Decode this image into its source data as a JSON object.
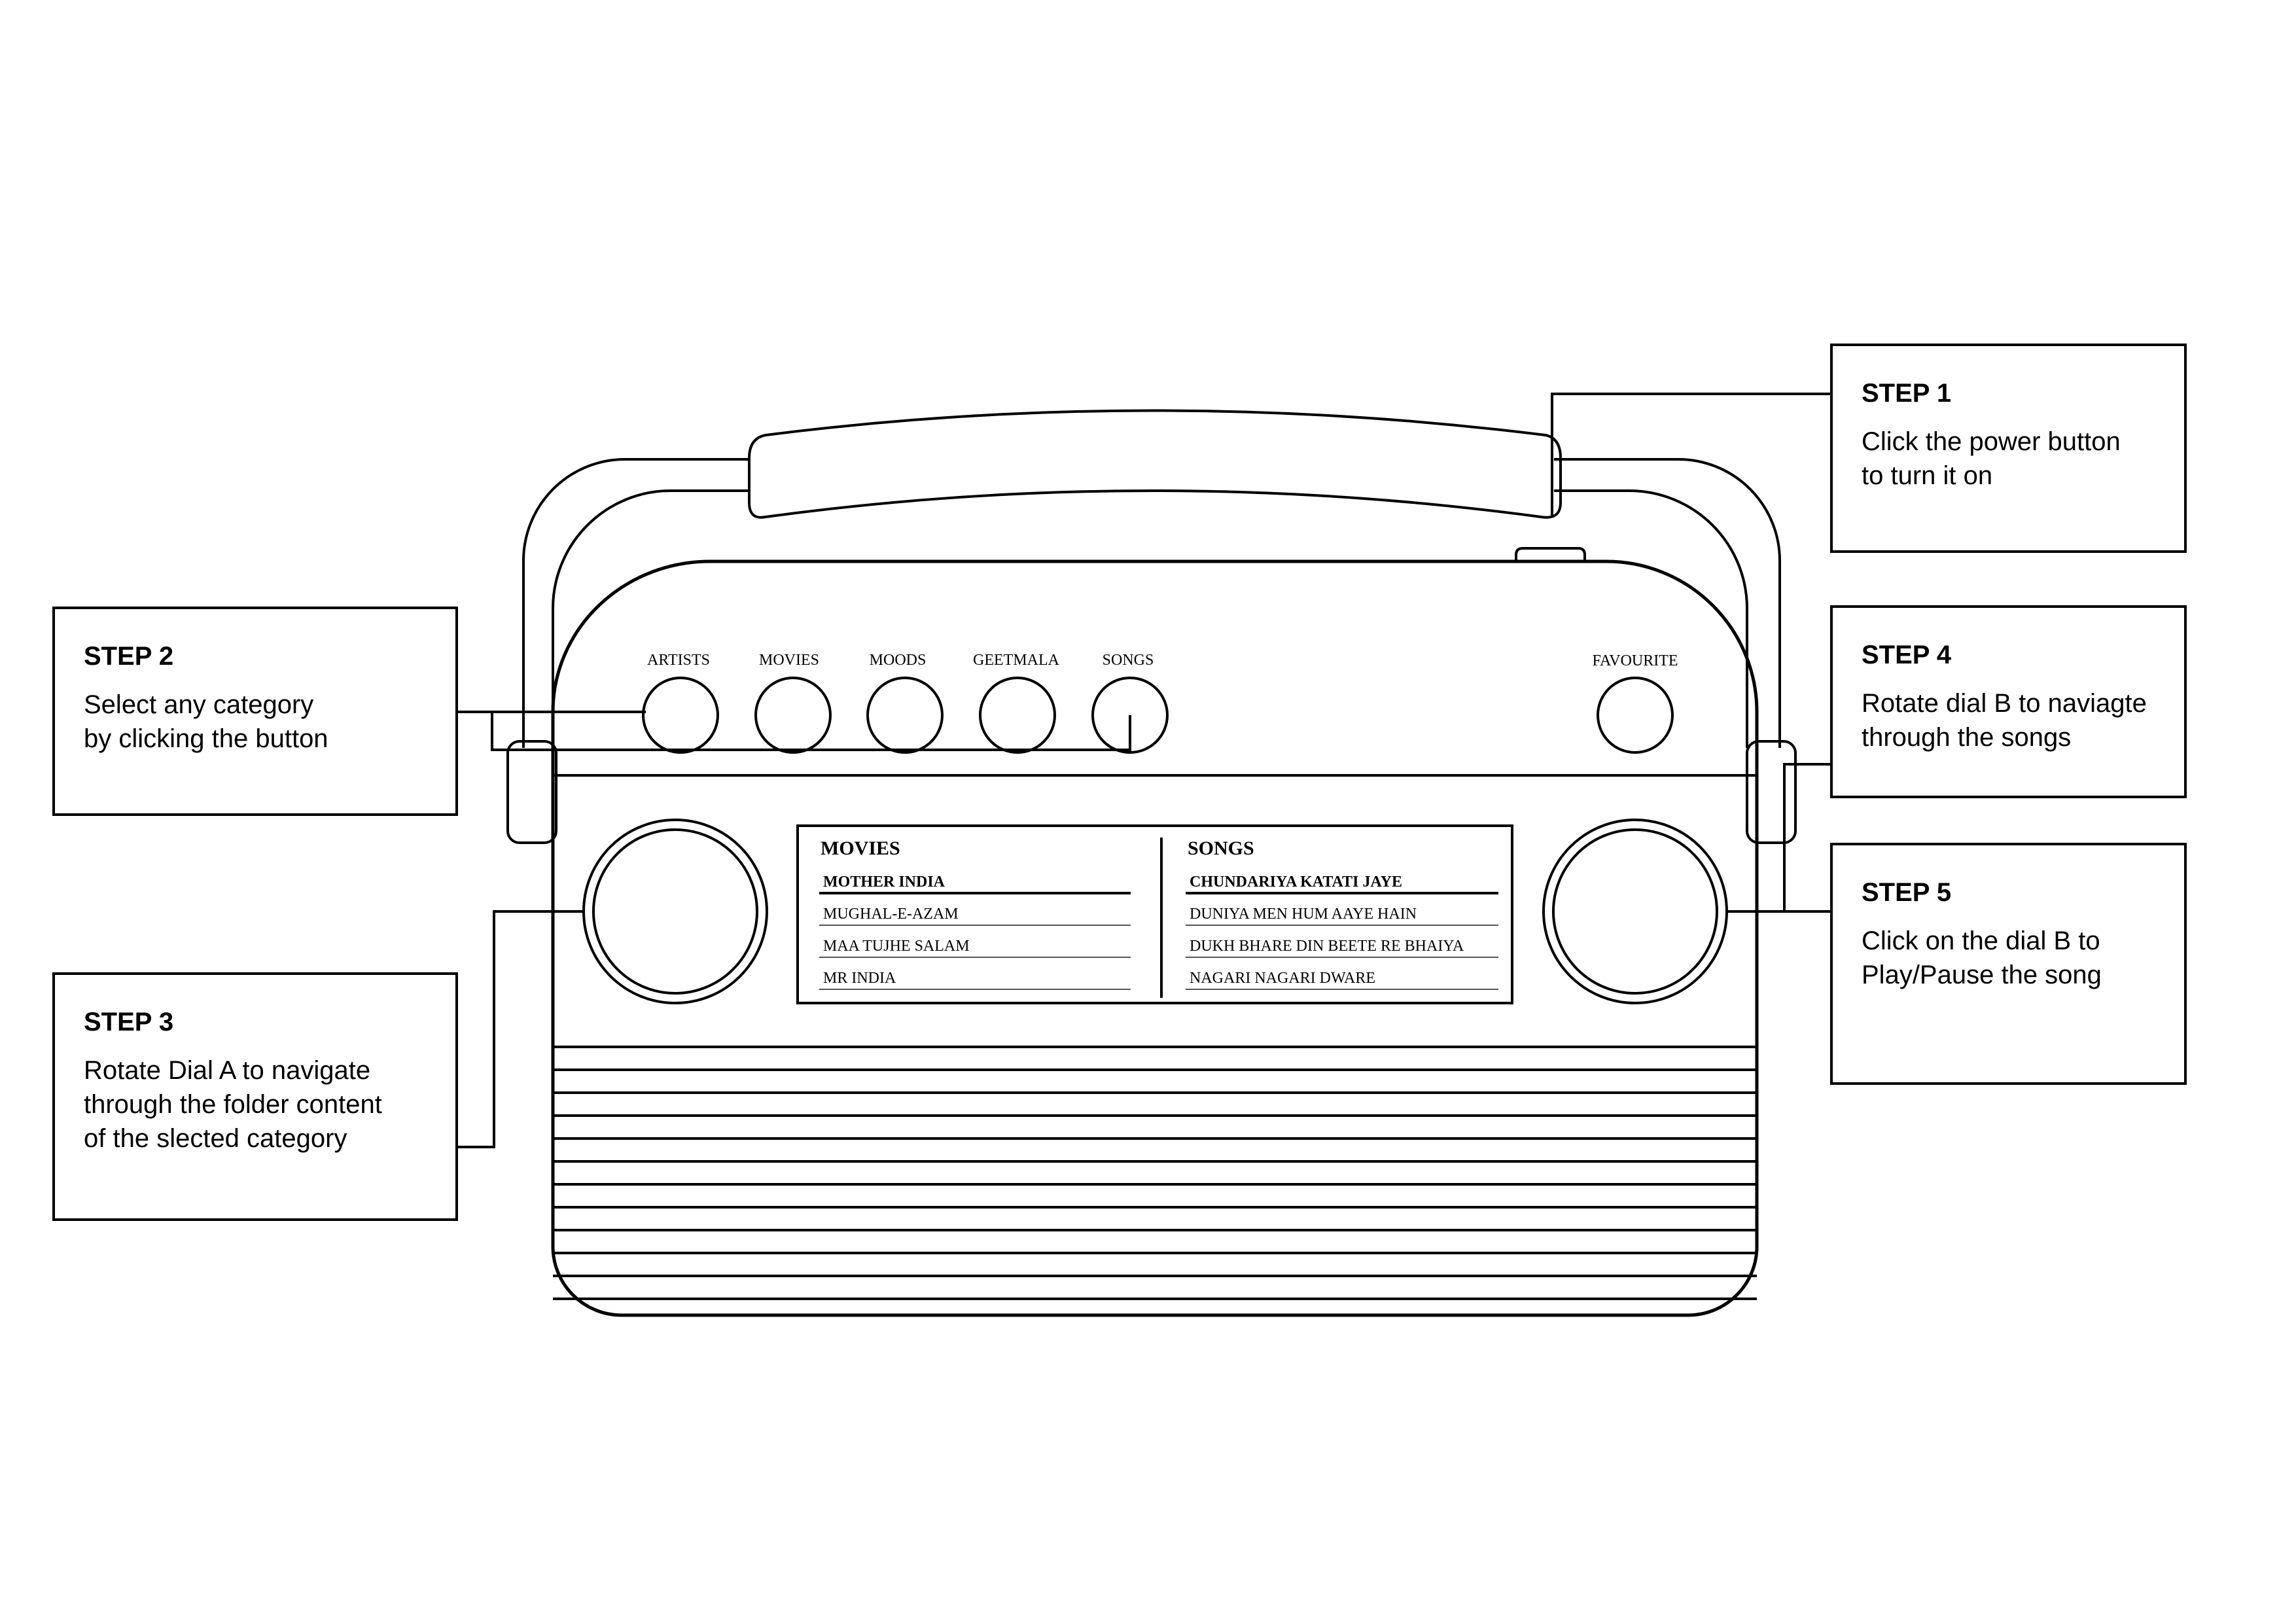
{
  "steps": [
    {
      "title": "STEP 1",
      "text": "Click the power button\nto turn it on"
    },
    {
      "title": "STEP 2",
      "text": "Select any category\nby clicking the button"
    },
    {
      "title": "STEP 3",
      "text": "Rotate Dial A to navigate\nthrough the folder content\nof the slected category"
    },
    {
      "title": "STEP 4",
      "text": "Rotate dial B to naviagte\nthrough the songs"
    },
    {
      "title": "STEP 5",
      "text": "Click on the dial B to\nPlay/Pause the song"
    }
  ],
  "radio": {
    "buttons": [
      "ARTISTS",
      "MOVIES",
      "MOODS",
      "GEETMALA",
      "SONGS"
    ],
    "favourite": "FAVOURITE",
    "display": {
      "left_heading": "MOVIES",
      "left_items": [
        "MOTHER INDIA",
        "MUGHAL-E-AZAM",
        "MAA TUJHE SALAM",
        "MR INDIA"
      ],
      "right_heading": "SONGS",
      "right_items": [
        "CHUNDARIYA KATATI JAYE",
        "DUNIYA MEN HUM AAYE HAIN",
        "DUKH BHARE DIN BEETE RE BHAIYA",
        "NAGARI NAGARI DWARE"
      ]
    },
    "colors": {
      "handle_grip": "#c4c4c4",
      "outline": "#000000"
    }
  }
}
